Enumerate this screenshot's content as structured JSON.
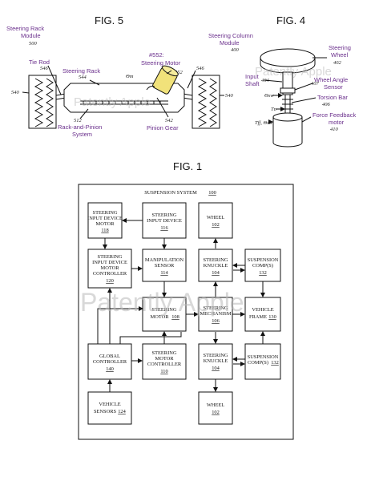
{
  "watermark": "Patently Apple",
  "fig5": {
    "title": "FIG. 5",
    "module_label_1": "Steering Rack",
    "module_label_2": "Module",
    "module_num": "500",
    "tie_rod": "Tie Rod",
    "tie_rod_num": "546",
    "rack": "Steering Rack",
    "rack_num": "544",
    "motor_num_label": "#552:",
    "motor": "Steering Motor",
    "theta_m": "Θm",
    "num_552": "552",
    "num_546_right": "546",
    "num_540_left": "540",
    "num_540_right": "540",
    "num_548": "548",
    "num_512": "512",
    "num_542": "542",
    "rack_pinion_1": "Rack-and-Pinion",
    "rack_pinion_2": "System",
    "pinion_gear": "Pinion Gear"
  },
  "fig4": {
    "title": "FIG. 4",
    "module_1": "Steering Column",
    "module_2": "Module",
    "module_num": "400",
    "wheel_1": "Steering",
    "wheel_2": "Wheel",
    "wheel_num": "402",
    "input_1": "Input",
    "input_2": "Shaft",
    "input_num": "404",
    "angle_1": "Wheel Angle",
    "angle_2": "Sensor",
    "angle_num": "407",
    "theta_sw": "Θsw",
    "torsion": "Torsion Bar",
    "torsion_num": "406",
    "t_d": "Tᴅ",
    "t_ff": "Tff, Θsw",
    "ff_1": "Force Feedback",
    "ff_2": "motor",
    "ff_num": "410"
  },
  "fig1": {
    "title": "FIG. 1",
    "system_label": "SUSPENSION SYSTEM",
    "system_num": "100",
    "boxes": {
      "sidm": {
        "l1": "STEERING",
        "l2": "INPUT DEVICE",
        "l3": "MOTOR",
        "num": "118"
      },
      "sid": {
        "l1": "STEERING",
        "l2": "INPUT DEVICE",
        "num": "116"
      },
      "wheel_top": {
        "l1": "WHEEL",
        "num": "102"
      },
      "sidmc": {
        "l1": "STEERING",
        "l2": "INPUT DEVICE",
        "l3": "MOTOR",
        "l4": "CONTROLLER",
        "num": "120"
      },
      "manip": {
        "l1": "MANIPULATION",
        "l2": "SENSOR",
        "num": "114"
      },
      "knuckle_top": {
        "l1": "STEERING",
        "l2": "KNUCKLE",
        "num": "104"
      },
      "susp_top": {
        "l1": "SUSPENSION",
        "l2": "COMP(S)",
        "num": "132"
      },
      "smotor": {
        "l1": "STEERING",
        "l2": "MOTOR",
        "num": "108"
      },
      "smech": {
        "l1": "STEERING",
        "l2": "MECHANISM",
        "num": "106"
      },
      "frame": {
        "l1": "VEHICLE",
        "l2": "FRAME",
        "num": "130"
      },
      "global": {
        "l1": "GLOBAL",
        "l2": "CONTROLLER",
        "num": "140"
      },
      "smc": {
        "l1": "STEERING",
        "l2": "MOTOR",
        "l3": "CONTROLLER",
        "num": "110"
      },
      "knuckle_bot": {
        "l1": "STEERING",
        "l2": "KNUCKLE",
        "num": "104"
      },
      "susp_bot": {
        "l1": "SUSPENSION",
        "l2": "COMP(S)",
        "num": "132"
      },
      "sensors": {
        "l1": "VEHICLE",
        "l2": "SENSORS",
        "num": "124"
      },
      "wheel_bot": {
        "l1": "WHEEL",
        "num": "102"
      }
    }
  }
}
